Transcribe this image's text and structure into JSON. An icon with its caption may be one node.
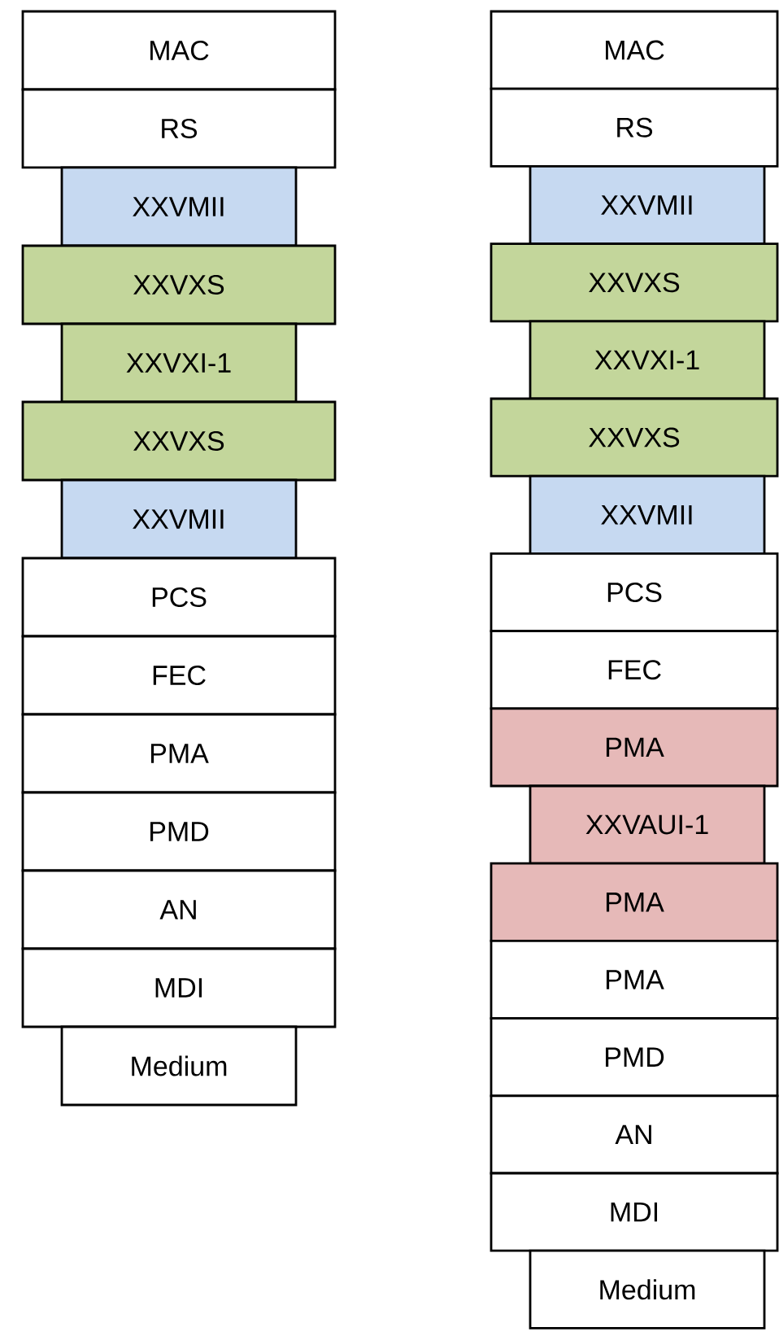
{
  "diagram": {
    "nodes": [
      {
        "text": [
          "MAC"
        ]
      },
      {
        "text": [
          "RS"
        ]
      },
      {
        "text": [
          "XXVMII"
        ]
      },
      {
        "text": [
          "XXVXS"
        ]
      },
      {
        "text": [
          "XXVXI-1"
        ]
      },
      {
        "text": [
          "XXVXS"
        ]
      },
      {
        "text": [
          "XXVMII"
        ]
      },
      {
        "text": [
          "PCS"
        ]
      },
      {
        "text": [
          "FEC"
        ]
      },
      {
        "text": [
          "PMA"
        ]
      },
      {
        "text": [
          "PMD"
        ]
      },
      {
        "text": [
          "AN"
        ]
      },
      {
        "text": [
          "MDI"
        ]
      },
      {
        "text": [
          "Medium"
        ]
      },
      {
        "text": [
          "MAC"
        ]
      },
      {
        "text": [
          "RS"
        ]
      },
      {
        "text": [
          "XXVMII"
        ]
      },
      {
        "text": [
          "XXVXS"
        ]
      },
      {
        "text": [
          "XXVXI-1"
        ]
      },
      {
        "text": [
          "XXVXS"
        ]
      },
      {
        "text": [
          "XXVMII"
        ]
      },
      {
        "text": [
          "PCS"
        ]
      },
      {
        "text": [
          "FEC"
        ]
      },
      {
        "text": [
          "PMA"
        ]
      },
      {
        "text": [
          "XXVAUI-1"
        ]
      },
      {
        "text": [
          "PMA"
        ]
      },
      {
        "text": [
          "PMA"
        ]
      },
      {
        "text": [
          "PMD"
        ]
      },
      {
        "text": [
          "AN"
        ]
      },
      {
        "text": [
          "MDI"
        ]
      },
      {
        "text": [
          "Medium"
        ]
      }
    ]
  }
}
